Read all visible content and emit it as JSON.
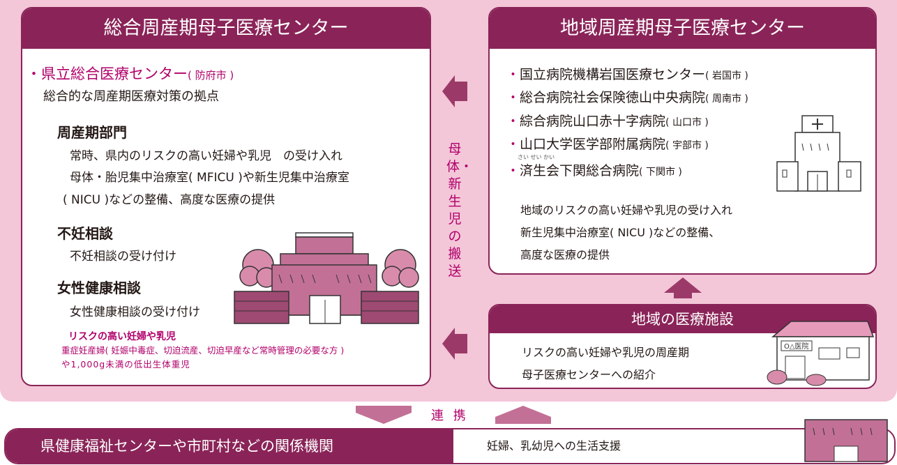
{
  "general_center": {
    "title": "総合周産期母子医療センター",
    "hospital": "県立総合医療センター",
    "hospital_city": "( 防府市 )",
    "subtitle": "総合的な周産期医療対策の拠点",
    "sections": [
      {
        "heading": "周産期部門",
        "lines": [
          "常時、県内のリスクの高い妊婦や乳児　の受け入れ",
          "母体・胎児集中治療室( MFICU )や新生児集中治療室",
          "( NICU )などの整備、高度な医療の提供"
        ]
      },
      {
        "heading": "不妊相談",
        "lines": [
          "不妊相談の受け付け"
        ]
      },
      {
        "heading": "女性健康相談",
        "lines": [
          "女性健康相談の受け付け"
        ]
      }
    ],
    "note_title": "リスクの高い妊婦や乳児",
    "note_lines": [
      "重症妊産婦( 妊娠中毒症、切迫流産、切迫早産など常時管理の必要な方 )",
      "や1,000g未満の低出生体重児"
    ]
  },
  "transport_label": "母体・新生児の搬送",
  "regional_center": {
    "title": "地域周産期母子医療センター",
    "hospitals": [
      {
        "name": "国立病院機構岩国医療センター",
        "city": "( 岩国市 )"
      },
      {
        "name": "総合病院社会保険徳山中央病院",
        "city": "( 周南市 )"
      },
      {
        "name": "綜合病院山口赤十字病院",
        "city": "( 山口市 )"
      },
      {
        "name": "山口大学医学部附属病院",
        "city": "( 宇部市 )"
      },
      {
        "name": "済生会下関総合病院",
        "city": "( 下関市 )",
        "ruby": "さい せい かい"
      }
    ],
    "desc_lines": [
      "地域のリスクの高い妊婦や乳児の受け入れ",
      "新生児集中治療室( NICU )などの整備、",
      "高度な医療の提供"
    ]
  },
  "local_facility": {
    "title": "地域の医療施設",
    "lines": [
      "リスクの高い妊婦や乳児の周産期",
      "母子医療センターへの紹介"
    ],
    "sign": "O△医院"
  },
  "cooperation_label": "連 携",
  "bottom": {
    "left": "県健康福祉センターや市町村などの関係機関",
    "right": "妊婦、乳幼児への生活支援"
  },
  "colors": {
    "header": "#8a2458",
    "magenta_text": "#b1006a",
    "background_pink": "#f3c6d8",
    "arrow": "#9b3a68"
  }
}
